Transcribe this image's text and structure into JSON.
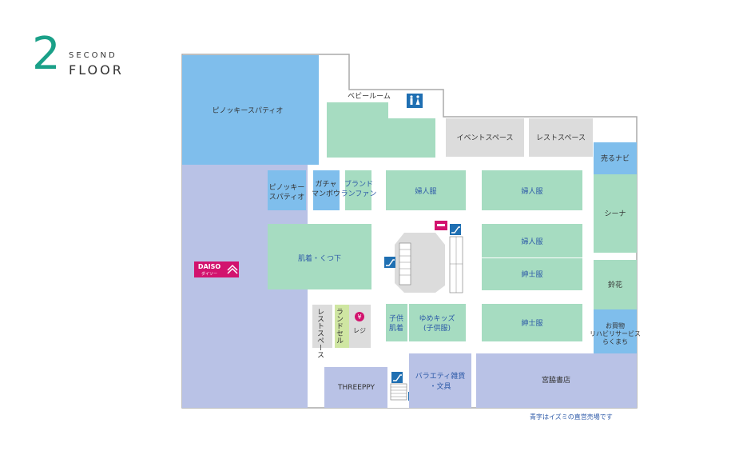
{
  "floor": {
    "number": "2",
    "second": "SECOND",
    "floor": "FLOOR"
  },
  "colors": {
    "blue_area": "#7fbeec",
    "lavender_area": "#b9c2e6",
    "green_area": "#a6dcc1",
    "gray_area": "#dcdcdc",
    "corridor": "#ffffff",
    "light_green_area": "#cfe6a2",
    "daiso_brand": "#d2136e",
    "accent_teal": "#1aa088"
  },
  "stores": {
    "pinocchio_big": "ピノッキースパティオ",
    "daiso": "DAISO",
    "daiso_sub": "ダイソー",
    "baby_room": "ベビールーム",
    "event_space": "イベントスペース",
    "rest_space_top": "レストスペース",
    "uru_navi": "売るナビ",
    "pinocchio_small_1": "ピノッキー",
    "pinocchio_small_2": "スパティオ",
    "gacha_1": "ガチャ",
    "gacha_2": "マンボウ",
    "brand_1": "ブランド",
    "brand_2": "ランファン",
    "ladies_1": "婦人服",
    "ladies_2": "婦人服",
    "ladies_3": "婦人服",
    "seena": "シーナ",
    "underwear": "肌着・くつ下",
    "mens_1": "紳士服",
    "mens_2": "紳士服",
    "suzuhana": "鈴花",
    "service_1": "お買物",
    "service_2": "リハビリサービス",
    "service_3": "らくまち",
    "rest_space_vertical": "レストスペース",
    "randoseru": "ランドセル",
    "register": "レジ",
    "kids_under_1": "子供",
    "kids_under_2": "肌着",
    "yume_kids_1": "ゆめキッズ",
    "yume_kids_2": "(子供服)",
    "threeppy": "THREEPPY",
    "variety_1": "バラエティ雑貨",
    "variety_2": "・文具",
    "bookstore": "宮脇書店"
  },
  "icons": [
    "restroom-icon",
    "escalator-icon",
    "accessible-elevator-icon",
    "register-yen-icon",
    "daiso-logo",
    "aisle-shop-icon"
  ],
  "note": "青字はイズミの直営売場です"
}
